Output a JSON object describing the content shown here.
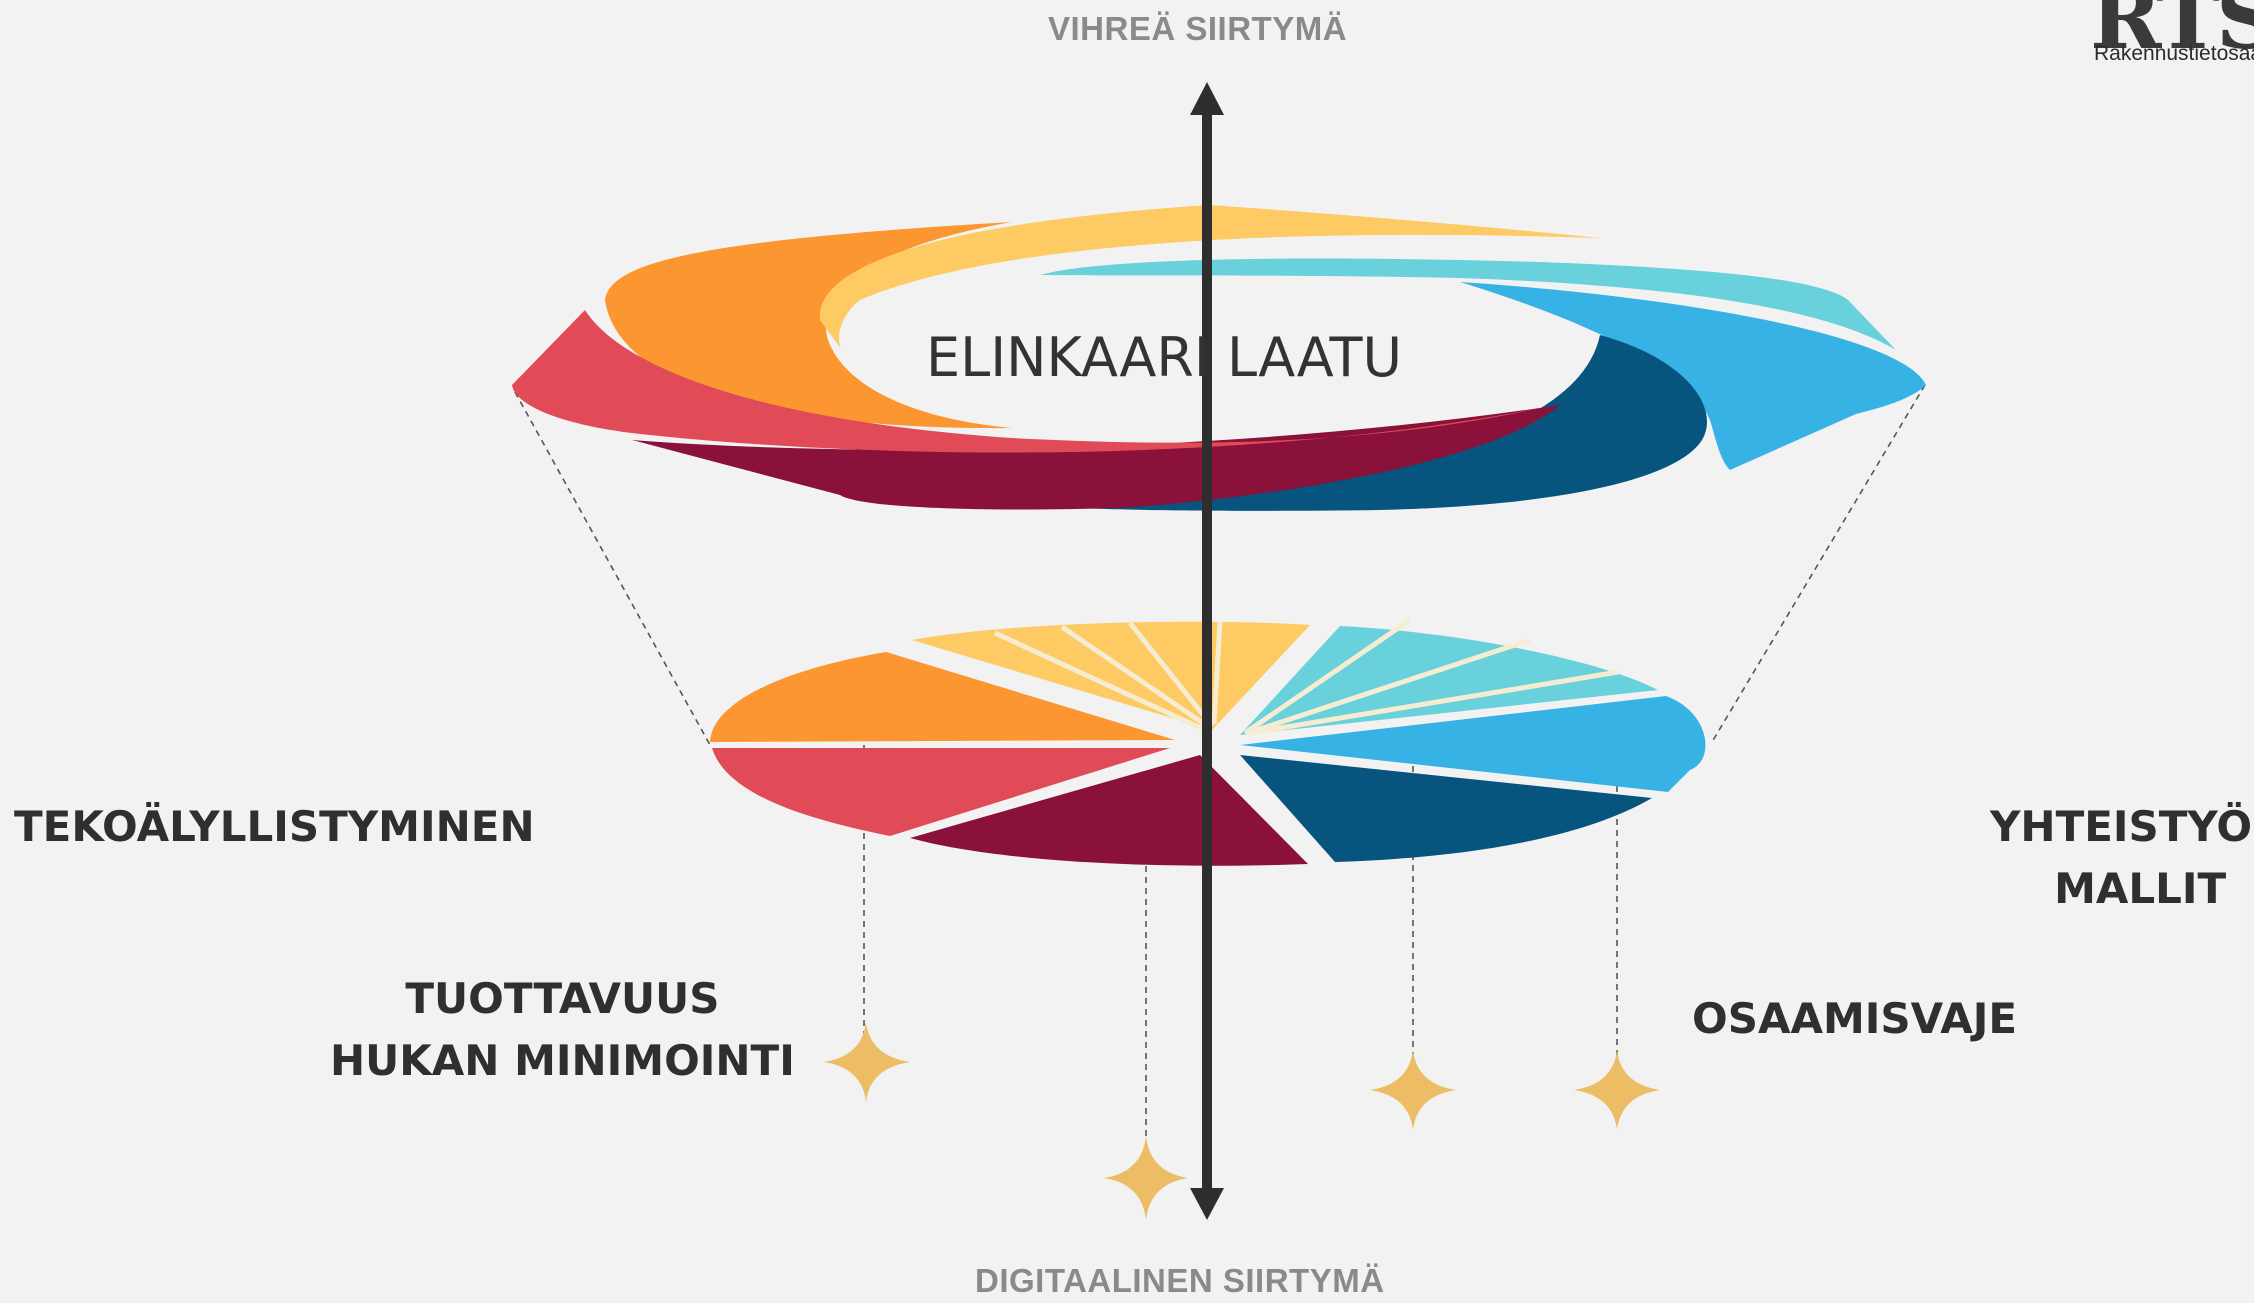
{
  "axis": {
    "top_label": "VIHREÄ SIIRTYMÄ",
    "bottom_label": "DIGITAALINEN SIIRTYMÄ"
  },
  "center": {
    "label": "ELINKAARI LAATU"
  },
  "labels": {
    "left": "TEKOÄLYLLISTYMINEN",
    "right_line1": "YHTEISTYÖ-",
    "right_line2": "MALLIT",
    "bottom_left_line1": "TUOTTAVUUS",
    "bottom_left_line2": "HUKAN MINIMOINTI",
    "bottom_right": "OSAAMISVAJE"
  },
  "logo": {
    "mark": "RTS",
    "subtitle": "Rakennustietosää"
  },
  "colors": {
    "background": "#f2f2f2",
    "orange": "#fb9631",
    "yellow": "#fdca63",
    "cyan": "#68d1db",
    "light_blue": "#37b2e4",
    "dark_blue": "#07547f",
    "maroon": "#8a1139",
    "red": "#e04b57",
    "star": "#ecbd64",
    "arrow": "#2e2e2e"
  },
  "icons": {
    "star": "four-point-star-icon",
    "arrow": "double-headed-arrow"
  }
}
